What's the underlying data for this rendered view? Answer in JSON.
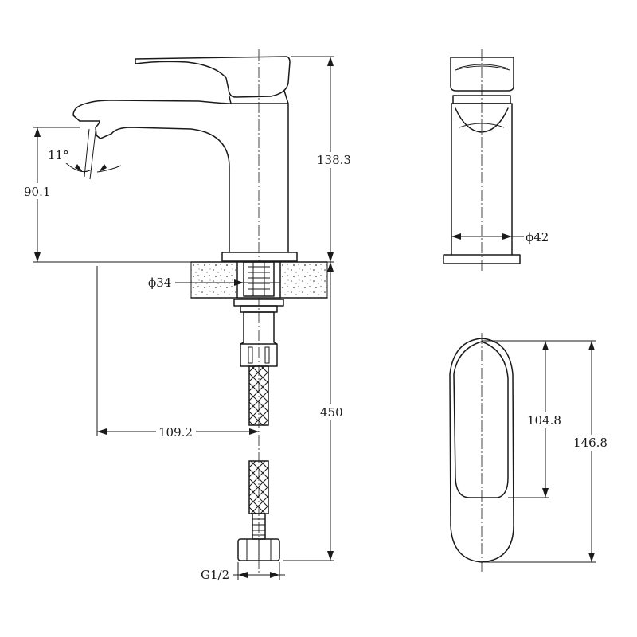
{
  "dimensions": {
    "spout_angle": "11°",
    "spout_height": "90.1",
    "body_height": "138.3",
    "hole_diameter": "ϕ34",
    "hose_length": "450",
    "reach": "109.2",
    "thread": "G1/2",
    "body_diameter": "ϕ42",
    "lever_length_inner": "104.8",
    "lever_length_outer": "146.8"
  }
}
